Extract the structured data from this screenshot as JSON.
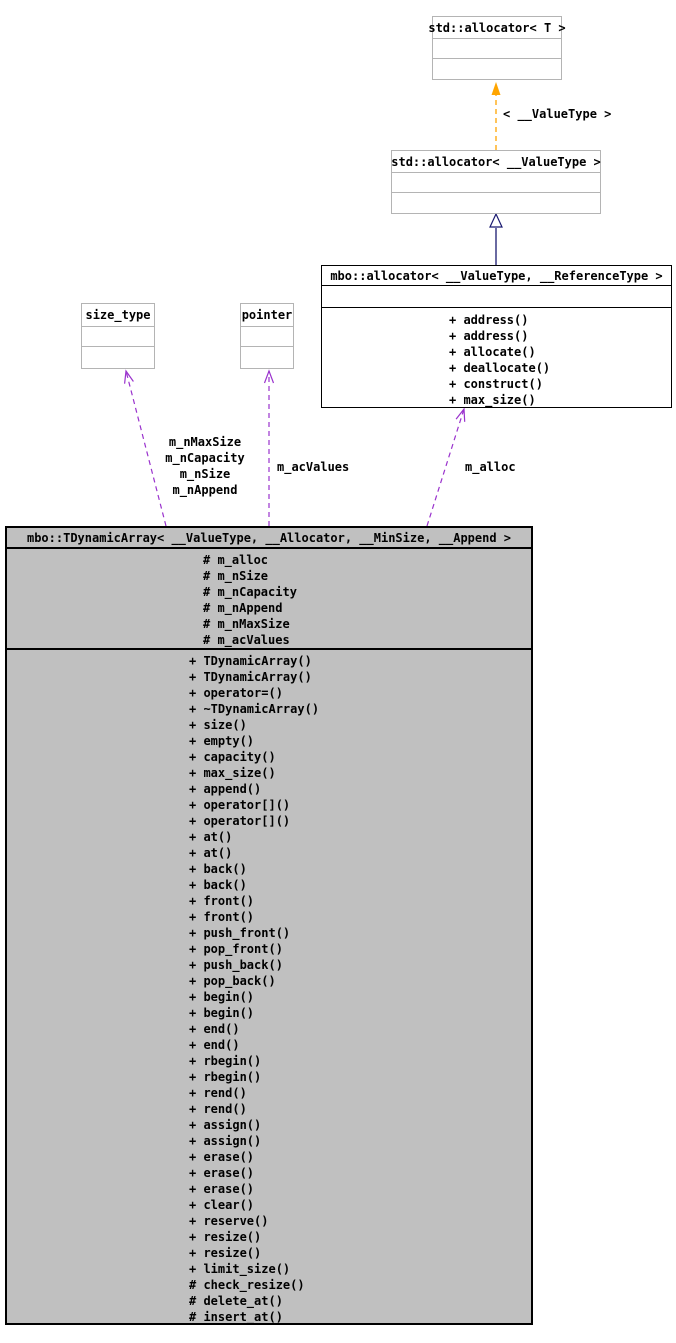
{
  "diagram": {
    "nodes": {
      "std_allocator_t": {
        "title": "std::allocator< T >"
      },
      "std_allocator_valuetype": {
        "title": "std::allocator< __ValueType >"
      },
      "mbo_allocator": {
        "title": "mbo::allocator< __ValueType, __ReferenceType >",
        "methods": [
          "+ address()",
          "+ address()",
          "+ allocate()",
          "+ deallocate()",
          "+ construct()",
          "+ max_size()"
        ]
      },
      "size_type": {
        "title": "size_type"
      },
      "pointer": {
        "title": "pointer"
      },
      "tdynamicarray": {
        "title": "mbo::TDynamicArray< __ValueType, __Allocator, __MinSize, __Append >",
        "attributes": [
          "# m_alloc",
          "# m_nSize",
          "# m_nCapacity",
          "# m_nAppend",
          "# m_nMaxSize",
          "# m_acValues"
        ],
        "methods": [
          "+ TDynamicArray()",
          "+ TDynamicArray()",
          "+ operator=()",
          "+ ~TDynamicArray()",
          "+ size()",
          "+ empty()",
          "+ capacity()",
          "+ max_size()",
          "+ append()",
          "+ operator[]()",
          "+ operator[]()",
          "+ at()",
          "+ at()",
          "+ back()",
          "+ back()",
          "+ front()",
          "+ front()",
          "+ push_front()",
          "+ pop_front()",
          "+ push_back()",
          "+ pop_back()",
          "+ begin()",
          "+ begin()",
          "+ end()",
          "+ end()",
          "+ rbegin()",
          "+ rbegin()",
          "+ rend()",
          "+ rend()",
          "+ assign()",
          "+ assign()",
          "+ erase()",
          "+ erase()",
          "+ erase()",
          "+ clear()",
          "+ reserve()",
          "+ resize()",
          "+ resize()",
          "+ limit_size()",
          "# check_resize()",
          "# delete_at()",
          "# insert_at()"
        ]
      }
    },
    "edges": {
      "template_label": "< __ValueType >",
      "member_labels_sizes": [
        "m_nMaxSize",
        "m_nCapacity",
        "m_nSize",
        "m_nAppend"
      ],
      "member_label_values": "m_acValues",
      "member_label_alloc": "m_alloc"
    },
    "colors": {
      "template_edge": "#ffa500",
      "inheritance_edge": "#191970",
      "member_edge": "#9a32cd",
      "class_fill": "#c0c0c0",
      "undocumented_border": "#b4b4b4"
    }
  }
}
